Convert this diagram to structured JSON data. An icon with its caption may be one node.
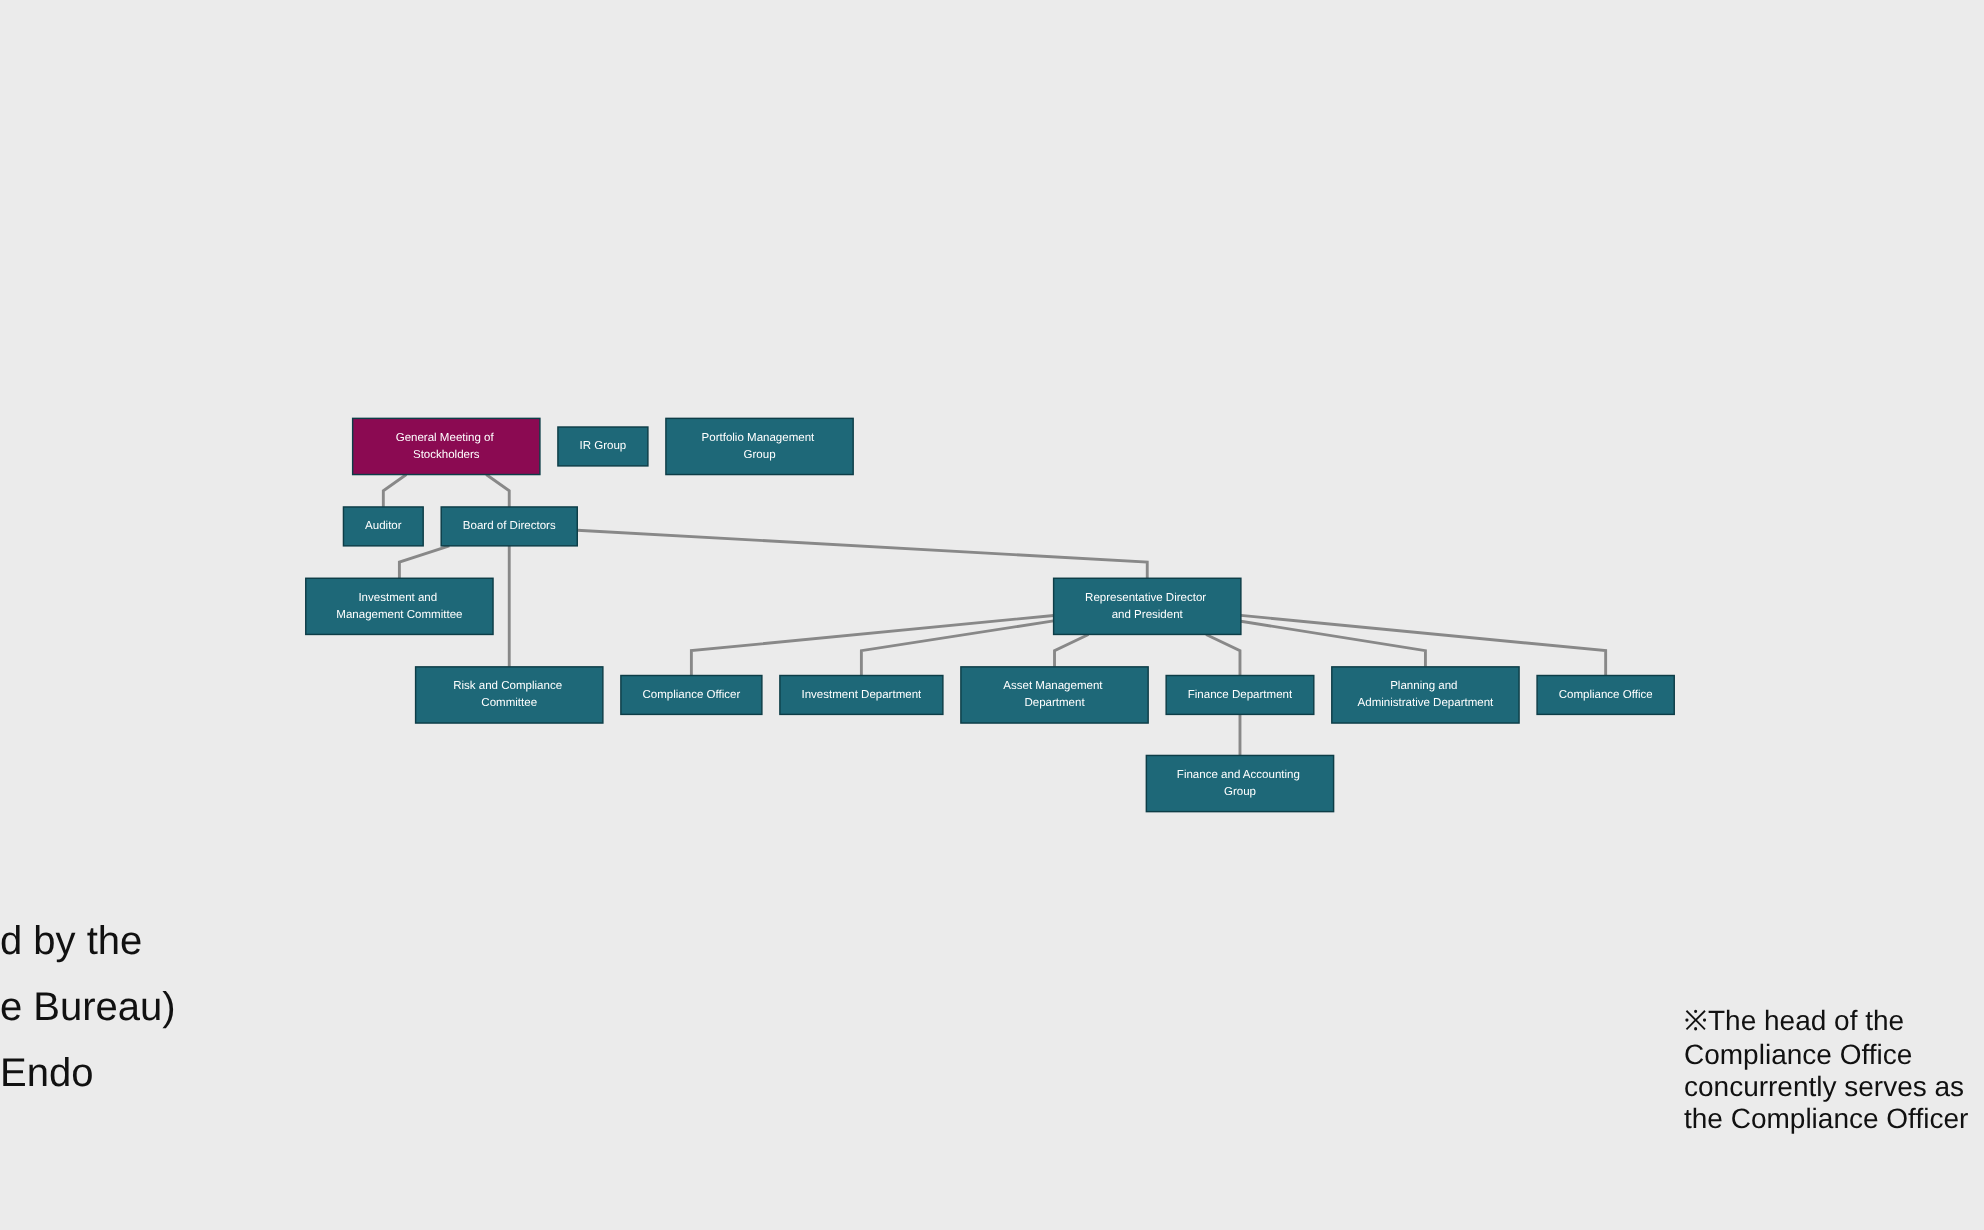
{
  "diagram": {
    "nodes": [
      {
        "text": [
          "General Meeting of Stockholders"
        ]
      },
      {
        "text": [
          "Auditor"
        ]
      },
      {
        "text": [
          "Board of Directors"
        ]
      },
      {
        "text": [
          "Investment and Management Committee"
        ]
      },
      {
        "text": [
          "Risk and Compliance Committee"
        ]
      },
      {
        "text": [
          "Representative Director and President"
        ]
      },
      {
        "text": [
          "Compliance Officer"
        ]
      },
      {
        "text": [
          "Investment Department"
        ]
      },
      {
        "text": [
          "Asset Management Department"
        ]
      },
      {
        "text": [
          "Finance Department"
        ]
      },
      {
        "text": [
          "Planning and Administrative Department"
        ]
      },
      {
        "text": [
          "Compliance Office"
        ]
      },
      {
        "text": [
          "Finance and Accounting Group"
        ]
      },
      {
        "text": [
          "IR Group"
        ]
      },
      {
        "text": [
          "Portfolio Management Group"
        ]
      }
    ],
    "edges": [
      {
        "from": 0,
        "to": 1,
        "arrow": "none"
      },
      {
        "from": 0,
        "to": 2,
        "arrow": "none"
      },
      {
        "from": 2,
        "to": 3,
        "arrow": "none"
      },
      {
        "from": 2,
        "to": 5,
        "arrow": "none"
      },
      {
        "from": 2,
        "to": 4,
        "arrow": "none"
      },
      {
        "from": 5,
        "to": 6,
        "arrow": "none"
      },
      {
        "from": 5,
        "to": 7,
        "arrow": "none"
      },
      {
        "from": 5,
        "to": 8,
        "arrow": "none"
      },
      {
        "from": 5,
        "to": 9,
        "arrow": "none"
      },
      {
        "from": 5,
        "to": 10,
        "arrow": "none"
      },
      {
        "from": 5,
        "to": 11,
        "arrow": "none"
      },
      {
        "from": 9,
        "to": 12,
        "arrow": "none"
      }
    ],
    "labels": [
      "d by the",
      "e Bureau)",
      "Endo",
      "※The head of the Compliance Office concurrently serves as the Compliance Officer"
    ]
  }
}
